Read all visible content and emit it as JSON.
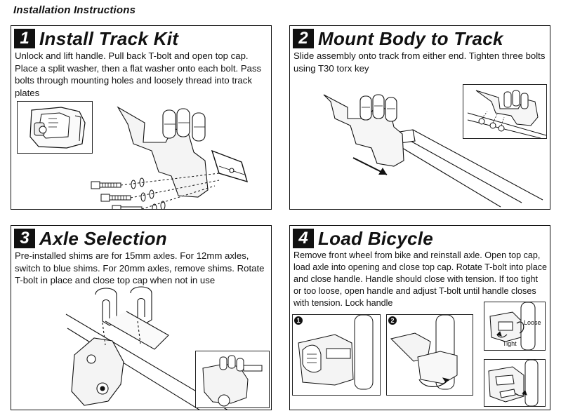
{
  "header": {
    "title": "Installation Instructions"
  },
  "steps": [
    {
      "number": "1",
      "title": "Install Track Kit",
      "text": "Unlock and lift handle. Pull back T-bolt and open top cap. Place a split washer, then a flat washer onto each bolt. Pass bolts through mounting holes and loosely thread into track plates"
    },
    {
      "number": "2",
      "title": "Mount Body to Track",
      "text": "Slide assembly onto track from either end. Tighten three bolts using T30 torx key"
    },
    {
      "number": "3",
      "title": "Axle Selection",
      "text": "Pre-installed shims are for 15mm axles. For 12mm axles, switch to blue shims. For 20mm axles, remove shims. Rotate T-bolt in place and close top cap when not in use"
    },
    {
      "number": "4",
      "title": "Load Bicycle",
      "text": "Remove front wheel from bike and reinstall axle. Open top cap, load axle into opening and close top cap. Rotate T-bolt into place and close handle. Handle should close with tension. If too tight or too loose, open handle and adjust T-bolt until handle closes with tension. Lock handle"
    }
  ],
  "step4_insets": {
    "badge_1": "1",
    "badge_2": "2",
    "loose_label": "Loose",
    "tight_label": "Tight"
  },
  "icons": [
    "mount-body-drawing",
    "bolt-icon",
    "washer-icon",
    "track-plate-icon",
    "arrow-icon",
    "wheel-fork-icon"
  ]
}
